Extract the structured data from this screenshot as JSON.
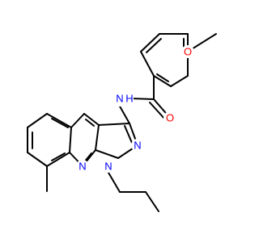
{
  "molecule": {
    "colors": {
      "bond": "#000000",
      "carbon": "#000000",
      "nitrogen": "#0000FF",
      "oxygen": "#FF0000",
      "background": "#FFFFFF"
    },
    "atom_labels": {
      "O_ether": "O",
      "O_carbonyl": "O",
      "N_amide": "N",
      "H_amide": "H",
      "N_pyrazole": "N",
      "N_propyl": "N",
      "N_pyridine": "N"
    }
  }
}
